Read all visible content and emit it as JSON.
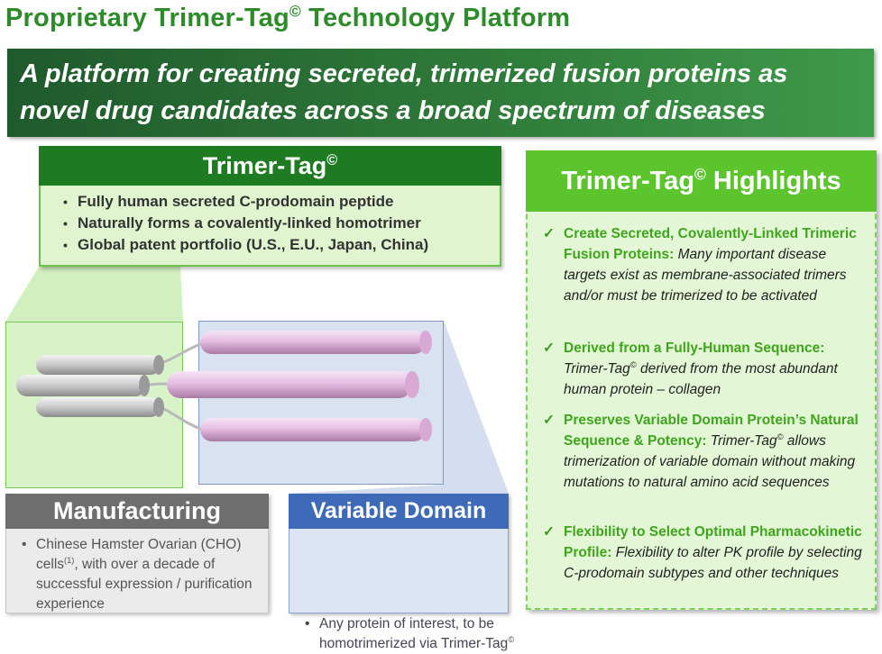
{
  "title": {
    "main": "Proprietary Trimer-Tag",
    "sup": "©",
    "rest": " Technology Platform"
  },
  "banner": {
    "line1": "A platform for creating secreted, trimerized fusion proteins as",
    "line2": "novel drug candidates across a broad spectrum of diseases"
  },
  "trimer_tag": {
    "heading": "Trimer-Tag",
    "heading_sup": "©",
    "bullets": [
      "Fully human secreted C-prodomain peptide",
      "Naturally forms a covalently-linked homotrimer",
      "Global patent portfolio (U.S., E.U., Japan, China)"
    ]
  },
  "highlights": {
    "heading": "Trimer-Tag",
    "heading_sup": "©",
    "heading_rest": " Highlights",
    "check": "✓",
    "items": [
      {
        "head": "Create Secreted, Covalently-Linked Trimeric Fusion Proteins:",
        "body": " Many important disease targets exist as membrane-associated trimers and/or must be trimerized to be activated"
      },
      {
        "head": "Derived from a Fully-Human Sequence:",
        "body_pre": " Trimer-Tag",
        "body_sup": "©",
        "body": " derived from the most abundant human protein – collagen"
      },
      {
        "head": "Preserves Variable Domain Protein’s Natural Sequence & Potency:",
        "body_pre": " Trimer-Tag",
        "body_sup": "©",
        "body": " allows trimerization of variable domain without making mutations to natural amino acid sequences"
      },
      {
        "head": "Flexibility to Select Optimal Pharmacokinetic Profile:",
        "body": " Flexibility to alter PK profile by selecting C-prodomain subtypes and other techniques"
      }
    ]
  },
  "manufacturing": {
    "heading": "Manufacturing",
    "text_pre": "Chinese Hamster Ovarian (CHO) cells",
    "text_sup": "(1)",
    "text_post": ", with over a decade of successful expression / purification experience"
  },
  "variable_domain": {
    "heading": "Variable Domain",
    "text_pre": "Any protein of interest, to be homotrimerized via Trimer-Tag",
    "text_sup": "©"
  },
  "colors": {
    "title_green": "#2e8b2a",
    "banner_dark": "#1f5a2c",
    "trimer_header": "#1e7b22",
    "highlights_header": "#5cc42d",
    "manufacturing_header": "#6e6e6e",
    "variable_header": "#3e6bb8",
    "tube_pink": "#e9c3e6",
    "tube_gray": "#c8c8c8"
  }
}
